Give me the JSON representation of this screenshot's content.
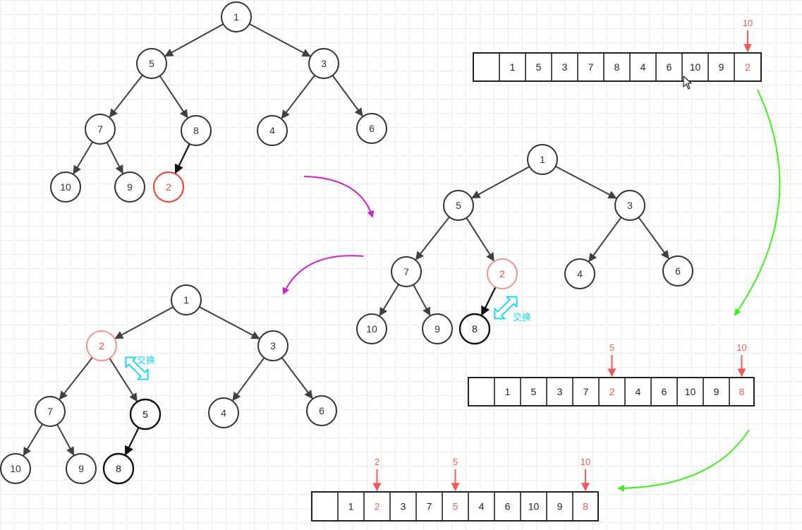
{
  "diagram": {
    "swap_label": "交换",
    "colors": {
      "node_stroke": "#333333",
      "highlight": "#e74c3c",
      "highlight_soft": "#f08a80",
      "edge": "#404040",
      "array_marker": "#f05a5a",
      "swap_arrow": "#22d6f0",
      "flow_arrow_green": "#44ee22",
      "flow_arrow_magenta": "#cc22cc"
    },
    "trees": [
      {
        "name": "tree-step1",
        "nodes": [
          {
            "id": "n1",
            "label": "1"
          },
          {
            "id": "n5",
            "label": "5"
          },
          {
            "id": "n3",
            "label": "3"
          },
          {
            "id": "n7",
            "label": "7"
          },
          {
            "id": "n8",
            "label": "8"
          },
          {
            "id": "n4",
            "label": "4"
          },
          {
            "id": "n6",
            "label": "6"
          },
          {
            "id": "n10",
            "label": "10"
          },
          {
            "id": "n9",
            "label": "9"
          },
          {
            "id": "n2",
            "label": "2",
            "state": "highlight"
          }
        ]
      },
      {
        "name": "tree-step2",
        "nodes": [
          {
            "id": "n1",
            "label": "1"
          },
          {
            "id": "n5",
            "label": "5"
          },
          {
            "id": "n3",
            "label": "3"
          },
          {
            "id": "n7",
            "label": "7"
          },
          {
            "id": "n2",
            "label": "2",
            "state": "highlight-soft"
          },
          {
            "id": "n4",
            "label": "4"
          },
          {
            "id": "n6",
            "label": "6"
          },
          {
            "id": "n10",
            "label": "10"
          },
          {
            "id": "n9",
            "label": "9"
          },
          {
            "id": "n8",
            "label": "8",
            "state": "bold"
          }
        ]
      },
      {
        "name": "tree-step3",
        "nodes": [
          {
            "id": "n1",
            "label": "1"
          },
          {
            "id": "n2",
            "label": "2",
            "state": "highlight-soft"
          },
          {
            "id": "n3",
            "label": "3"
          },
          {
            "id": "n7",
            "label": "7"
          },
          {
            "id": "n5",
            "label": "5",
            "state": "bold"
          },
          {
            "id": "n4",
            "label": "4"
          },
          {
            "id": "n6",
            "label": "6"
          },
          {
            "id": "n10",
            "label": "10"
          },
          {
            "id": "n9",
            "label": "9"
          },
          {
            "id": "n8",
            "label": "8",
            "state": "bold"
          }
        ]
      }
    ],
    "arrays": [
      {
        "name": "array-step1",
        "cells": [
          "",
          "1",
          "5",
          "3",
          "7",
          "8",
          "4",
          "6",
          "10",
          "9",
          "2"
        ],
        "highlight_indices": [
          10
        ],
        "markers": [
          {
            "index": 10,
            "label": "10"
          }
        ]
      },
      {
        "name": "array-step2",
        "cells": [
          "",
          "1",
          "5",
          "3",
          "7",
          "2",
          "4",
          "6",
          "10",
          "9",
          "8"
        ],
        "highlight_indices": [
          5,
          10
        ],
        "markers": [
          {
            "index": 5,
            "label": "5"
          },
          {
            "index": 10,
            "label": "10"
          }
        ]
      },
      {
        "name": "array-step3",
        "cells": [
          "",
          "1",
          "2",
          "3",
          "7",
          "5",
          "4",
          "6",
          "10",
          "9",
          "8"
        ],
        "highlight_indices": [
          2,
          5,
          10
        ],
        "markers": [
          {
            "index": 2,
            "label": "2"
          },
          {
            "index": 5,
            "label": "5"
          },
          {
            "index": 10,
            "label": "10"
          }
        ]
      }
    ]
  }
}
